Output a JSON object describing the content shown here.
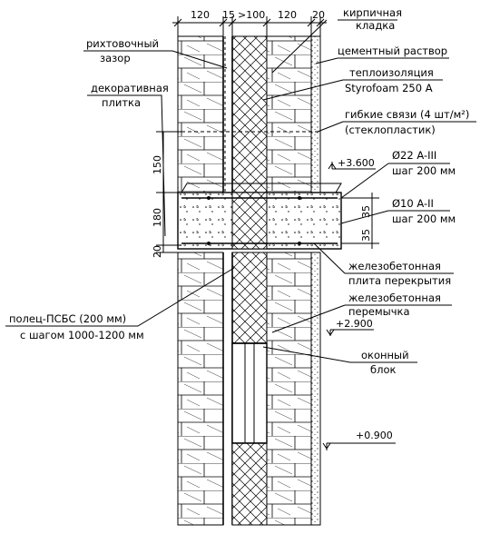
{
  "dimensions": {
    "top": [
      "120",
      "15",
      ">100",
      "120",
      "20"
    ],
    "left": [
      "150",
      "180",
      "20"
    ],
    "right": [
      "35",
      "35"
    ]
  },
  "labels": {
    "brick_masonry": "кирпичная\nкладка",
    "levelling_gap": "рихтовочный\nзазор",
    "cement_mortar": "цементный раствор",
    "insulation": "теплоизоляция\nStyrofoam 250 A",
    "decor_tile": "декоративная\nплитка",
    "ties": "гибкие связи (4 шт/м²)\n(стеклопластик)",
    "rebar_22": "Ø22 A-III\nшаг 200 мм",
    "rebar_10": "Ø10 A-II\nшаг 200 мм",
    "slab": "железобетонная\nплита перекрытия",
    "lintel": "железобетонная\nперемычка",
    "shelf": "полец-ПСБС (200 мм)\nс шагом 1000-1200 мм",
    "window": "оконный\nблок"
  },
  "elevations": [
    "+3.600",
    "+2.900",
    "+0.900"
  ]
}
